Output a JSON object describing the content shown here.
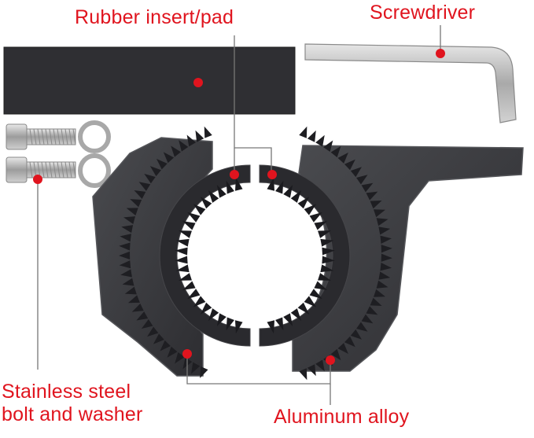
{
  "labels": {
    "rubber_pad": "Rubber insert/pad",
    "screwdriver": "Screwdriver",
    "bolt_line1": "Stainless steel",
    "bolt_line2": "bolt and washer",
    "aluminum": "Aluminum alloy"
  },
  "colors": {
    "label_red": "#e0141e",
    "marker_red": "#e0141e",
    "rubber": "#2f2f33",
    "bracket": "#3a3a3e",
    "bracket_edge": "#55565a",
    "steel": "#b9b9b9",
    "leader_line": "#777777"
  }
}
